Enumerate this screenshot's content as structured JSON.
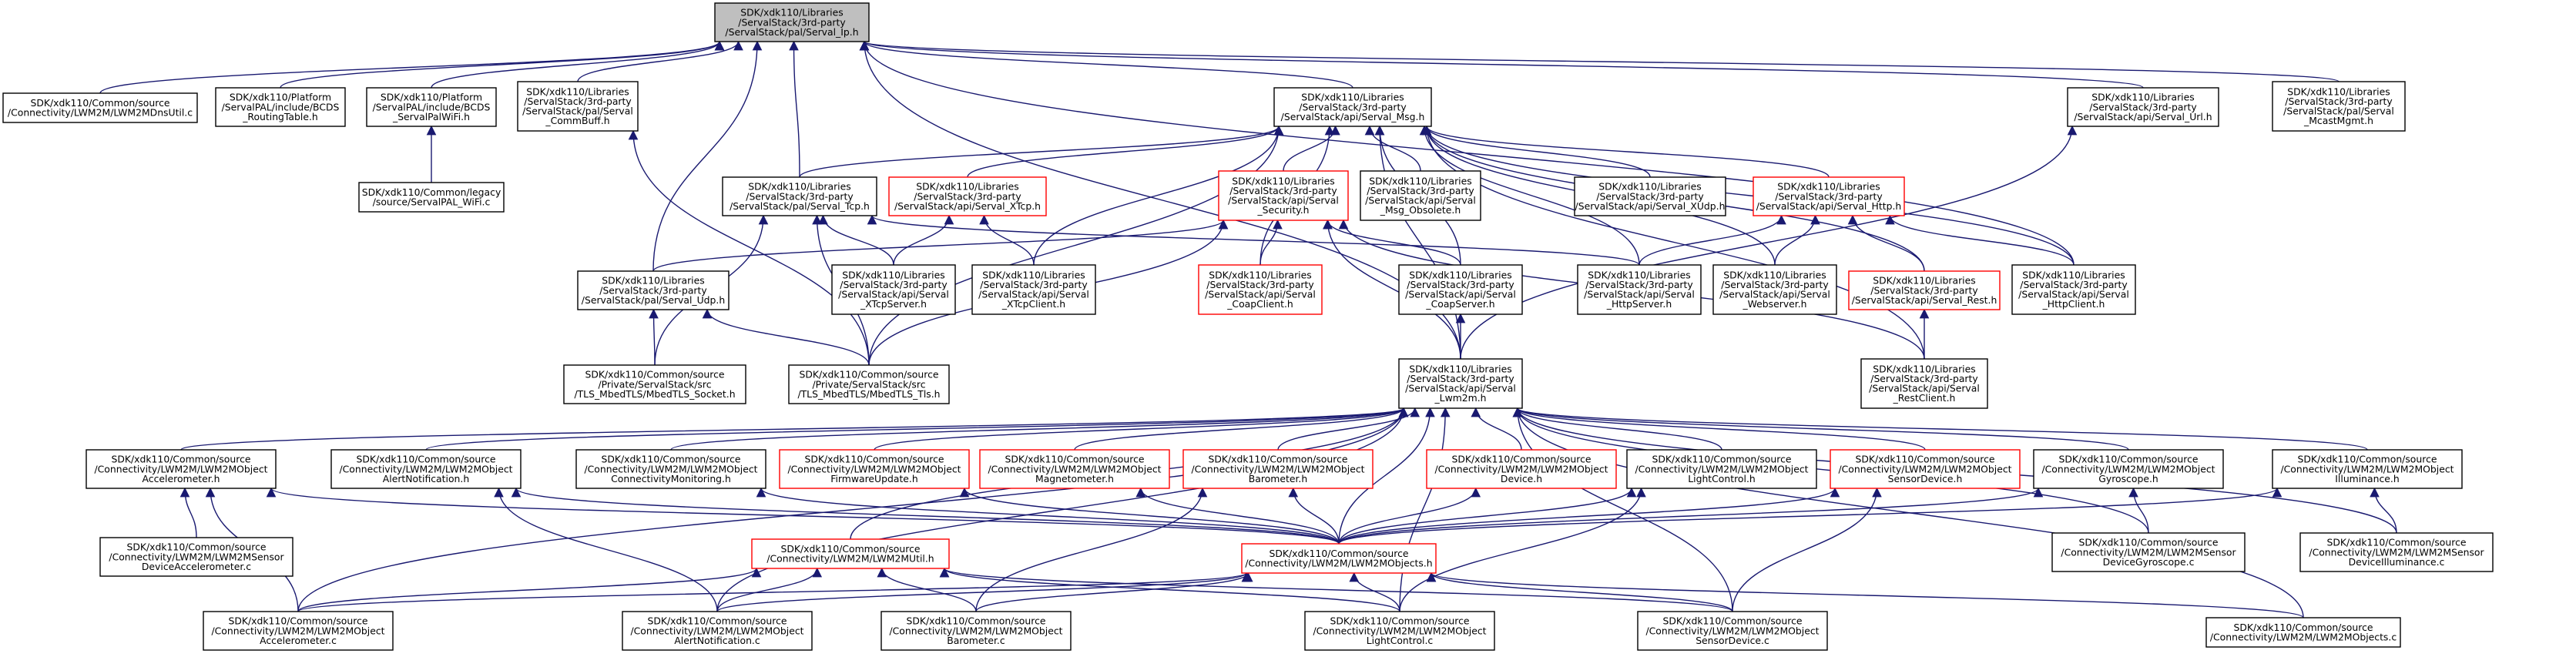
{
  "colors": {
    "edge": "#191970",
    "node_border": "#000000",
    "highlight_border": "#ff0000",
    "root_fill": "#bfbfbf"
  },
  "nodes": [
    {
      "id": "root",
      "label": [
        "SDK/xdk110/Libraries",
        "/ServalStack/3rd-party",
        "/ServalStack/pal/Serval_Ip.h"
      ],
      "style": "root"
    },
    {
      "id": "dnsutil",
      "label": [
        "SDK/xdk110/Common/source",
        "/Connectivity/LWM2M/LWM2MDnsUtil.c"
      ],
      "style": "normal"
    },
    {
      "id": "routing",
      "label": [
        "SDK/xdk110/Platform",
        "/ServalPAL/include/BCDS",
        "_RoutingTable.h"
      ],
      "style": "normal"
    },
    {
      "id": "palwifi_h",
      "label": [
        "SDK/xdk110/Platform",
        "/ServalPAL/include/BCDS",
        "_ServalPalWiFi.h"
      ],
      "style": "normal"
    },
    {
      "id": "commbuff",
      "label": [
        "SDK/xdk110/Libraries",
        "/ServalStack/3rd-party",
        "/ServalStack/pal/Serval",
        "_CommBuff.h"
      ],
      "style": "normal"
    },
    {
      "id": "palwifi_c",
      "label": [
        "SDK/xdk110/Common/legacy",
        "/source/ServalPAL_WiFi.c"
      ],
      "style": "normal"
    },
    {
      "id": "msg",
      "label": [
        "SDK/xdk110/Libraries",
        "/ServalStack/3rd-party",
        "/ServalStack/api/Serval_Msg.h"
      ],
      "style": "normal"
    },
    {
      "id": "url",
      "label": [
        "SDK/xdk110/Libraries",
        "/ServalStack/3rd-party",
        "/ServalStack/api/Serval_Url.h"
      ],
      "style": "normal"
    },
    {
      "id": "mcast",
      "label": [
        "SDK/xdk110/Libraries",
        "/ServalStack/3rd-party",
        "/ServalStack/pal/Serval",
        "_McastMgmt.h"
      ],
      "style": "normal"
    },
    {
      "id": "tcp",
      "label": [
        "SDK/xdk110/Libraries",
        "/ServalStack/3rd-party",
        "/ServalStack/pal/Serval_Tcp.h"
      ],
      "style": "normal"
    },
    {
      "id": "xtcp",
      "label": [
        "SDK/xdk110/Libraries",
        "/ServalStack/3rd-party",
        "/ServalStack/api/Serval_XTcp.h"
      ],
      "style": "red"
    },
    {
      "id": "security",
      "label": [
        "SDK/xdk110/Libraries",
        "/ServalStack/3rd-party",
        "/ServalStack/api/Serval",
        "_Security.h"
      ],
      "style": "red"
    },
    {
      "id": "msgobs",
      "label": [
        "SDK/xdk110/Libraries",
        "/ServalStack/3rd-party",
        "/ServalStack/api/Serval",
        "_Msg_Obsolete.h"
      ],
      "style": "normal"
    },
    {
      "id": "xudp",
      "label": [
        "SDK/xdk110/Libraries",
        "/ServalStack/3rd-party",
        "/ServalStack/api/Serval_XUdp.h"
      ],
      "style": "normal"
    },
    {
      "id": "http",
      "label": [
        "SDK/xdk110/Libraries",
        "/ServalStack/3rd-party",
        "/ServalStack/api/Serval_Http.h"
      ],
      "style": "red"
    },
    {
      "id": "udp",
      "label": [
        "SDK/xdk110/Libraries",
        "/ServalStack/3rd-party",
        "/ServalStack/pal/Serval_Udp.h"
      ],
      "style": "normal"
    },
    {
      "id": "xtcpserver",
      "label": [
        "SDK/xdk110/Libraries",
        "/ServalStack/3rd-party",
        "/ServalStack/api/Serval",
        "_XTcpServer.h"
      ],
      "style": "normal"
    },
    {
      "id": "xtcpclient",
      "label": [
        "SDK/xdk110/Libraries",
        "/ServalStack/3rd-party",
        "/ServalStack/api/Serval",
        "_XTcpClient.h"
      ],
      "style": "normal"
    },
    {
      "id": "coapclient",
      "label": [
        "SDK/xdk110/Libraries",
        "/ServalStack/3rd-party",
        "/ServalStack/api/Serval",
        "_CoapClient.h"
      ],
      "style": "red"
    },
    {
      "id": "coapserver",
      "label": [
        "SDK/xdk110/Libraries",
        "/ServalStack/3rd-party",
        "/ServalStack/api/Serval",
        "_CoapServer.h"
      ],
      "style": "normal"
    },
    {
      "id": "httpserver",
      "label": [
        "SDK/xdk110/Libraries",
        "/ServalStack/3rd-party",
        "/ServalStack/api/Serval",
        "_HttpServer.h"
      ],
      "style": "normal"
    },
    {
      "id": "webserver",
      "label": [
        "SDK/xdk110/Libraries",
        "/ServalStack/3rd-party",
        "/ServalStack/api/Serval",
        "_Webserver.h"
      ],
      "style": "normal"
    },
    {
      "id": "rest",
      "label": [
        "SDK/xdk110/Libraries",
        "/ServalStack/3rd-party",
        "/ServalStack/api/Serval_Rest.h"
      ],
      "style": "red"
    },
    {
      "id": "httpclient",
      "label": [
        "SDK/xdk110/Libraries",
        "/ServalStack/3rd-party",
        "/ServalStack/api/Serval",
        "_HttpClient.h"
      ],
      "style": "normal"
    },
    {
      "id": "socket",
      "label": [
        "SDK/xdk110/Common/source",
        "/Private/ServalStack/src",
        "/TLS_MbedTLS/MbedTLS_Socket.h"
      ],
      "style": "normal"
    },
    {
      "id": "tls",
      "label": [
        "SDK/xdk110/Common/source",
        "/Private/ServalStack/src",
        "/TLS_MbedTLS/MbedTLS_Tls.h"
      ],
      "style": "normal"
    },
    {
      "id": "lwm2m",
      "label": [
        "SDK/xdk110/Libraries",
        "/ServalStack/3rd-party",
        "/ServalStack/api/Serval",
        "_Lwm2m.h"
      ],
      "style": "normal"
    },
    {
      "id": "restclient",
      "label": [
        "SDK/xdk110/Libraries",
        "/ServalStack/3rd-party",
        "/ServalStack/api/Serval",
        "_RestClient.h"
      ],
      "style": "normal"
    },
    {
      "id": "accel_h",
      "label": [
        "SDK/xdk110/Common/source",
        "/Connectivity/LWM2M/LWM2MObject",
        "Accelerometer.h"
      ],
      "style": "normal"
    },
    {
      "id": "alert_h",
      "label": [
        "SDK/xdk110/Common/source",
        "/Connectivity/LWM2M/LWM2MObject",
        "AlertNotification.h"
      ],
      "style": "normal"
    },
    {
      "id": "connmon_h",
      "label": [
        "SDK/xdk110/Common/source",
        "/Connectivity/LWM2M/LWM2MObject",
        "ConnectivityMonitoring.h"
      ],
      "style": "normal"
    },
    {
      "id": "fwupdate_h",
      "label": [
        "SDK/xdk110/Common/source",
        "/Connectivity/LWM2M/LWM2MObject",
        "FirmwareUpdate.h"
      ],
      "style": "red"
    },
    {
      "id": "magnet_h",
      "label": [
        "SDK/xdk110/Common/source",
        "/Connectivity/LWM2M/LWM2MObject",
        "Magnetometer.h"
      ],
      "style": "red"
    },
    {
      "id": "baro_h",
      "label": [
        "SDK/xdk110/Common/source",
        "/Connectivity/LWM2M/LWM2MObject",
        "Barometer.h"
      ],
      "style": "red"
    },
    {
      "id": "device_h",
      "label": [
        "SDK/xdk110/Common/source",
        "/Connectivity/LWM2M/LWM2MObject",
        "Device.h"
      ],
      "style": "red"
    },
    {
      "id": "light_h",
      "label": [
        "SDK/xdk110/Common/source",
        "/Connectivity/LWM2M/LWM2MObject",
        "LightControl.h"
      ],
      "style": "normal"
    },
    {
      "id": "sensdev_h",
      "label": [
        "SDK/xdk110/Common/source",
        "/Connectivity/LWM2M/LWM2MObject",
        "SensorDevice.h"
      ],
      "style": "red"
    },
    {
      "id": "gyro_h",
      "label": [
        "SDK/xdk110/Common/source",
        "/Connectivity/LWM2M/LWM2MObject",
        "Gyroscope.h"
      ],
      "style": "normal"
    },
    {
      "id": "illum_h",
      "label": [
        "SDK/xdk110/Common/source",
        "/Connectivity/LWM2M/LWM2MObject",
        "Illuminance.h"
      ],
      "style": "normal"
    },
    {
      "id": "sensaccel_c",
      "label": [
        "SDK/xdk110/Common/source",
        "/Connectivity/LWM2M/LWM2MSensor",
        "DeviceAccelerometer.c"
      ],
      "style": "normal"
    },
    {
      "id": "objects_h",
      "label": [
        "SDK/xdk110/Common/source",
        "/Connectivity/LWM2M/LWM2MObjects.h"
      ],
      "style": "red"
    },
    {
      "id": "sensgyro_c",
      "label": [
        "SDK/xdk110/Common/source",
        "/Connectivity/LWM2M/LWM2MSensor",
        "DeviceGyroscope.c"
      ],
      "style": "normal"
    },
    {
      "id": "sensillum_c",
      "label": [
        "SDK/xdk110/Common/source",
        "/Connectivity/LWM2M/LWM2MSensor",
        "DeviceIlluminance.c"
      ],
      "style": "normal"
    },
    {
      "id": "util_h",
      "label": [
        "SDK/xdk110/Common/source",
        "/Connectivity/LWM2M/LWM2MUtil.h"
      ],
      "style": "red"
    },
    {
      "id": "accel_c",
      "label": [
        "SDK/xdk110/Common/source",
        "/Connectivity/LWM2M/LWM2MObject",
        "Accelerometer.c"
      ],
      "style": "normal"
    },
    {
      "id": "alert_c",
      "label": [
        "SDK/xdk110/Common/source",
        "/Connectivity/LWM2M/LWM2MObject",
        "AlertNotification.c"
      ],
      "style": "normal"
    },
    {
      "id": "baro_c",
      "label": [
        "SDK/xdk110/Common/source",
        "/Connectivity/LWM2M/LWM2MObject",
        "Barometer.c"
      ],
      "style": "normal"
    },
    {
      "id": "light_c",
      "label": [
        "SDK/xdk110/Common/source",
        "/Connectivity/LWM2M/LWM2MObject",
        "LightControl.c"
      ],
      "style": "normal"
    },
    {
      "id": "sensdev_c",
      "label": [
        "SDK/xdk110/Common/source",
        "/Connectivity/LWM2M/LWM2MObject",
        "SensorDevice.c"
      ],
      "style": "normal"
    },
    {
      "id": "objects_c",
      "label": [
        "SDK/xdk110/Common/source",
        "/Connectivity/LWM2M/LWM2MObjects.c"
      ],
      "style": "normal"
    }
  ],
  "edges": [
    [
      "dnsutil",
      "root"
    ],
    [
      "routing",
      "root"
    ],
    [
      "palwifi_h",
      "root"
    ],
    [
      "commbuff",
      "root"
    ],
    [
      "tcp",
      "root"
    ],
    [
      "udp",
      "root"
    ],
    [
      "msg",
      "root"
    ],
    [
      "url",
      "root"
    ],
    [
      "mcast",
      "root"
    ],
    [
      "lwm2m",
      "root"
    ],
    [
      "httpclient",
      "root"
    ],
    [
      "palwifi_c",
      "palwifi_h"
    ],
    [
      "tls",
      "commbuff"
    ],
    [
      "tcp",
      "msg"
    ],
    [
      "xtcp",
      "msg"
    ],
    [
      "security",
      "msg"
    ],
    [
      "msgobs",
      "msg"
    ],
    [
      "xudp",
      "msg"
    ],
    [
      "http",
      "msg"
    ],
    [
      "coapclient",
      "msg"
    ],
    [
      "coapserver",
      "msg"
    ],
    [
      "httpserver",
      "msg"
    ],
    [
      "webserver",
      "msg"
    ],
    [
      "rest",
      "msg"
    ],
    [
      "httpclient",
      "msg"
    ],
    [
      "lwm2m",
      "msg"
    ],
    [
      "tls",
      "msg"
    ],
    [
      "xtcpclient",
      "msg"
    ],
    [
      "restclient",
      "msg"
    ],
    [
      "lwm2m",
      "url"
    ],
    [
      "udp",
      "security"
    ],
    [
      "coapclient",
      "security"
    ],
    [
      "coapserver",
      "security"
    ],
    [
      "lwm2m",
      "security"
    ],
    [
      "tls",
      "security"
    ],
    [
      "restclient",
      "security"
    ],
    [
      "xtcpserver",
      "tcp"
    ],
    [
      "socket",
      "tcp"
    ],
    [
      "tls",
      "tcp"
    ],
    [
      "httpserver",
      "tcp"
    ],
    [
      "xtcpserver",
      "xtcp"
    ],
    [
      "xtcpclient",
      "xtcp"
    ],
    [
      "httpserver",
      "http"
    ],
    [
      "webserver",
      "http"
    ],
    [
      "rest",
      "http"
    ],
    [
      "httpclient",
      "http"
    ],
    [
      "socket",
      "udp"
    ],
    [
      "tls",
      "udp"
    ],
    [
      "lwm2m",
      "coapserver"
    ],
    [
      "restclient",
      "rest"
    ],
    [
      "accel_h",
      "lwm2m"
    ],
    [
      "alert_h",
      "lwm2m"
    ],
    [
      "connmon_h",
      "lwm2m"
    ],
    [
      "fwupdate_h",
      "lwm2m"
    ],
    [
      "magnet_h",
      "lwm2m"
    ],
    [
      "baro_h",
      "lwm2m"
    ],
    [
      "device_h",
      "lwm2m"
    ],
    [
      "light_h",
      "lwm2m"
    ],
    [
      "sensdev_h",
      "lwm2m"
    ],
    [
      "gyro_h",
      "lwm2m"
    ],
    [
      "illum_h",
      "lwm2m"
    ],
    [
      "objects_h",
      "lwm2m"
    ],
    [
      "util_h",
      "lwm2m"
    ],
    [
      "accel_c",
      "lwm2m"
    ],
    [
      "alert_c",
      "lwm2m"
    ],
    [
      "light_c",
      "lwm2m"
    ],
    [
      "sensdev_c",
      "lwm2m"
    ],
    [
      "objects_c",
      "lwm2m"
    ],
    [
      "sensgyro_c",
      "lwm2m"
    ],
    [
      "sensillum_c",
      "lwm2m"
    ],
    [
      "objects_h",
      "accel_h"
    ],
    [
      "objects_h",
      "alert_h"
    ],
    [
      "objects_h",
      "connmon_h"
    ],
    [
      "objects_h",
      "fwupdate_h"
    ],
    [
      "objects_h",
      "magnet_h"
    ],
    [
      "objects_h",
      "baro_h"
    ],
    [
      "objects_h",
      "device_h"
    ],
    [
      "objects_h",
      "light_h"
    ],
    [
      "objects_h",
      "sensdev_h"
    ],
    [
      "objects_h",
      "gyro_h"
    ],
    [
      "objects_h",
      "illum_h"
    ],
    [
      "sensaccel_c",
      "accel_h"
    ],
    [
      "accel_c",
      "accel_h"
    ],
    [
      "alert_c",
      "alert_h"
    ],
    [
      "baro_c",
      "baro_h"
    ],
    [
      "light_c",
      "light_h"
    ],
    [
      "sensdev_c",
      "sensdev_h"
    ],
    [
      "sensgyro_c",
      "gyro_h"
    ],
    [
      "sensillum_c",
      "illum_h"
    ],
    [
      "accel_c",
      "objects_h"
    ],
    [
      "alert_c",
      "objects_h"
    ],
    [
      "baro_c",
      "objects_h"
    ],
    [
      "light_c",
      "objects_h"
    ],
    [
      "sensdev_c",
      "objects_h"
    ],
    [
      "objects_c",
      "objects_h"
    ],
    [
      "accel_c",
      "util_h"
    ],
    [
      "alert_c",
      "util_h"
    ],
    [
      "baro_c",
      "util_h"
    ],
    [
      "light_c",
      "util_h"
    ],
    [
      "sensdev_c",
      "util_h"
    ]
  ]
}
